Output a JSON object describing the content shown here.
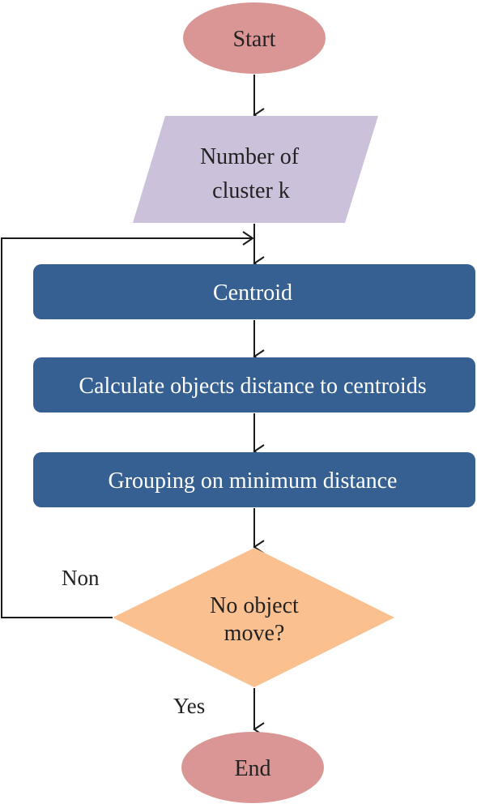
{
  "nodes": {
    "start": {
      "label": "Start",
      "shape": "ellipse"
    },
    "input": {
      "line1": "Number of",
      "line2": "cluster k",
      "shape": "parallelogram"
    },
    "centroid": {
      "label": "Centroid",
      "shape": "rounded-rect"
    },
    "distance": {
      "label": "Calculate objects distance to centroids",
      "shape": "rounded-rect"
    },
    "grouping": {
      "label": "Grouping on minimum distance",
      "shape": "rounded-rect"
    },
    "decision": {
      "line1": "No object",
      "line2": "move?",
      "shape": "diamond"
    },
    "end": {
      "label": "End",
      "shape": "ellipse"
    }
  },
  "edges": {
    "no_label": "Non",
    "yes_label": "Yes"
  },
  "colors": {
    "terminal_fill": "#d99694",
    "input_fill": "#ccc1da",
    "process_fill": "#366092",
    "decision_fill": "#fac090",
    "line": "#1a1a1a"
  }
}
